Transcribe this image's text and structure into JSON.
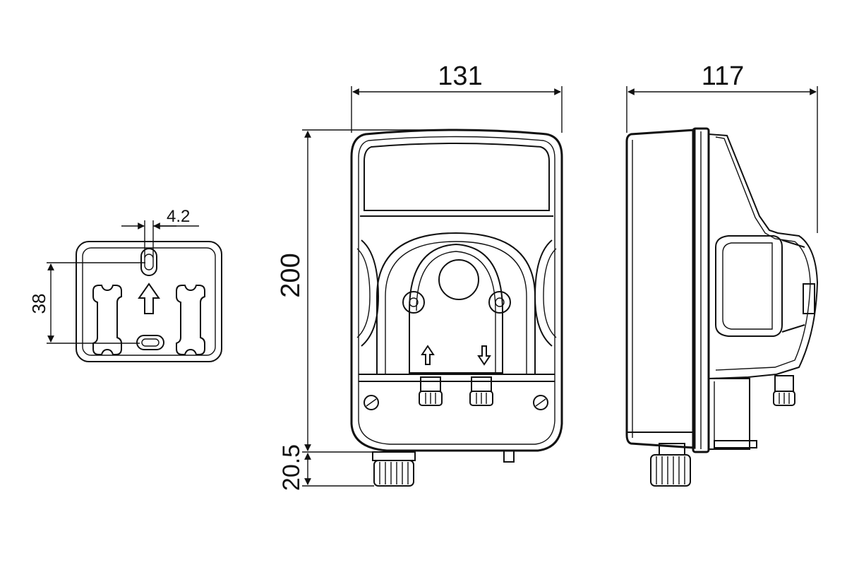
{
  "dimensions": {
    "front_width": "131",
    "side_depth": "117",
    "height": "200",
    "bottom_offset": "20.5",
    "bracket_hole_spacing": "38",
    "bracket_slot_width": "4.2"
  },
  "colors": {
    "line": "#111111",
    "background": "#ffffff",
    "arrow_fill": "#ffffff"
  }
}
